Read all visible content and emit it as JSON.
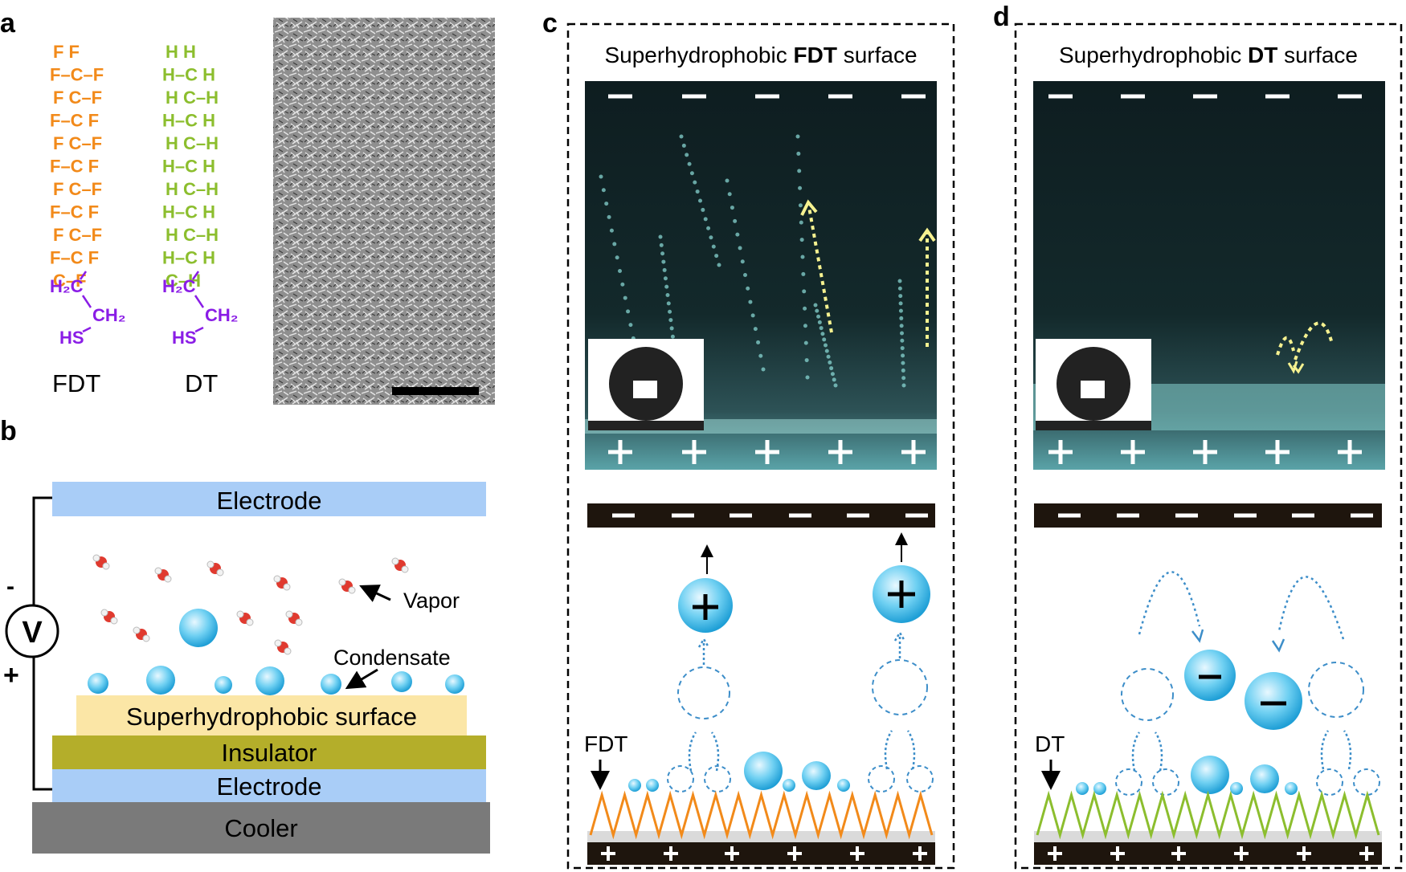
{
  "panel_labels": {
    "a": "a",
    "b": "b",
    "c": "c",
    "d": "d"
  },
  "panel_a": {
    "fdt_name": "FDT",
    "dt_name": "DT",
    "fdt_structure": {
      "rows": [
        {
          "k": "r1",
          "t": "F  F"
        },
        {
          "k": "r2",
          "t": "F–C–F"
        },
        {
          "k": "r3",
          "t": "F  C–F"
        },
        {
          "k": "r4",
          "t": "F–C  F"
        },
        {
          "k": "r5",
          "t": "F  C–F"
        },
        {
          "k": "r6",
          "t": "F–C  F"
        },
        {
          "k": "r7",
          "t": "F  C–F"
        },
        {
          "k": "r8",
          "t": "F–C  F"
        },
        {
          "k": "r9",
          "t": "F  C–F"
        },
        {
          "k": "r10",
          "t": "F–C  F"
        },
        {
          "k": "r11",
          "t": "C–F"
        }
      ],
      "h2c": "H₂C",
      "ch2": "CH₂",
      "hs": "HS"
    },
    "dt_structure": {
      "rows": [
        {
          "k": "r1",
          "t": "H  H"
        },
        {
          "k": "r2",
          "t": "H–C  H"
        },
        {
          "k": "r3",
          "t": "H  C–H"
        },
        {
          "k": "r4",
          "t": "H–C  H"
        },
        {
          "k": "r5",
          "t": "H  C–H"
        },
        {
          "k": "r6",
          "t": "H–C  H"
        },
        {
          "k": "r7",
          "t": "H  C–H"
        },
        {
          "k": "r8",
          "t": "H–C  H"
        },
        {
          "k": "r9",
          "t": "H  C–H"
        },
        {
          "k": "r10",
          "t": "H–C  H"
        },
        {
          "k": "r11",
          "t": "C–H"
        }
      ],
      "h2c": "H₂C",
      "ch2": "CH₂",
      "hs": "HS"
    }
  },
  "panel_b": {
    "top_electrode": "Electrode",
    "vapor": "Vapor",
    "condensate": "Condensate",
    "surface": "Superhydrophobic surface",
    "insulator": "Insulator",
    "bottom_electrode": "Electrode",
    "cooler": "Cooler",
    "voltmeter": "V",
    "minus": "-",
    "plus": "+"
  },
  "panel_c": {
    "title_pre": "Superhydrophobic ",
    "title_bold": "FDT",
    "title_post": " surface",
    "label": "FDT"
  },
  "panel_d": {
    "title_pre": "Superhydrophobic ",
    "title_bold": "DT",
    "title_post": " surface",
    "label": "DT"
  },
  "colors": {
    "fdt": "#f28a1a",
    "dt": "#8cbe2e",
    "purple": "#8a1de6",
    "electrode": "#a9cdf7",
    "surface": "#fbe6a6",
    "insulator": "#b4ae2a",
    "cooler": "#7a7a7a",
    "droplet": "#4cc0eb",
    "dash_blue": "#3d8ec9"
  }
}
